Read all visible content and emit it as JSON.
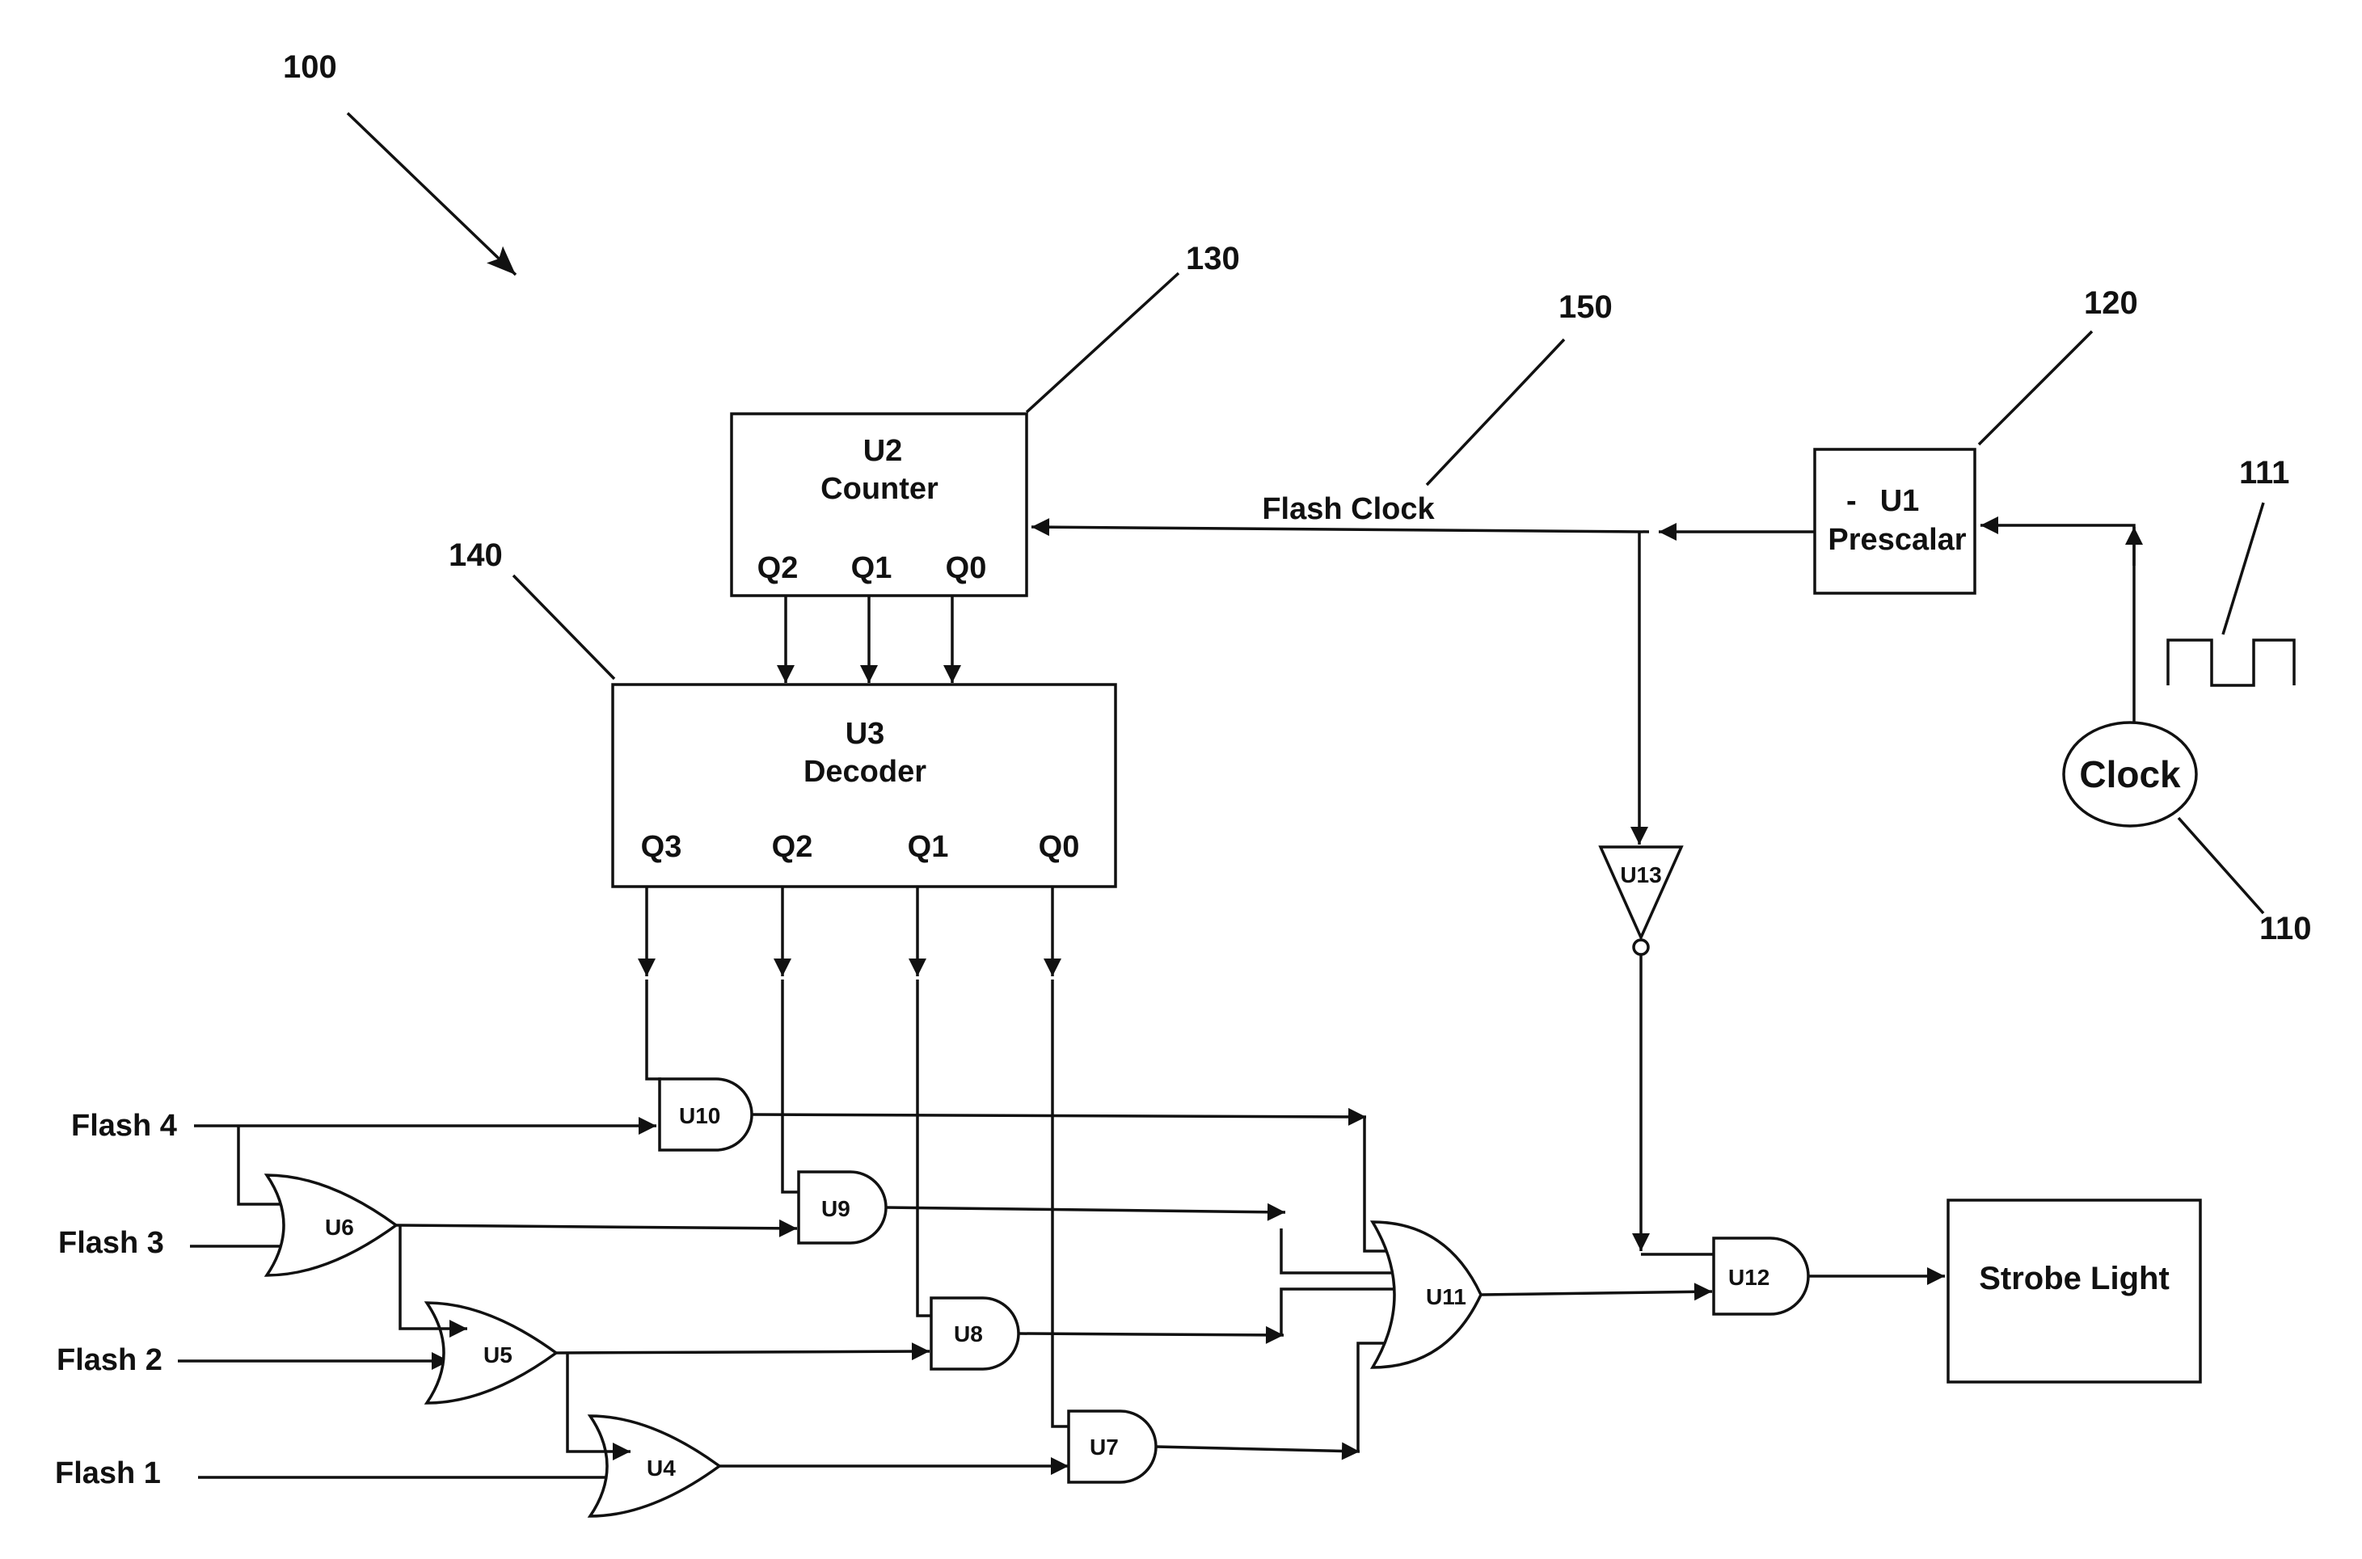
{
  "refs": {
    "system": "100",
    "clock": "110",
    "waveform": "111",
    "prescalar": "120",
    "counter": "130",
    "decoder": "140",
    "flash_clock": "150"
  },
  "counter": {
    "name": "U2",
    "title": "Counter",
    "outputs": [
      "Q2",
      "Q1",
      "Q0"
    ]
  },
  "decoder": {
    "name": "U3",
    "title": "Decoder",
    "outputs": [
      "Q3",
      "Q2",
      "Q1",
      "Q0"
    ]
  },
  "prescalar": {
    "dash": "-",
    "name": "U1",
    "title": "Prescalar"
  },
  "clock": {
    "label": "Clock"
  },
  "flash_clock_label": "Flash Clock",
  "strobe_label": "Strobe Light",
  "inputs": [
    "Flash 4",
    "Flash 3",
    "Flash 2",
    "Flash 1"
  ],
  "gates": {
    "u4": "U4",
    "u5": "U5",
    "u6": "U6",
    "u7": "U7",
    "u8": "U8",
    "u9": "U9",
    "u10": "U10",
    "u11": "U11",
    "u12": "U12",
    "u13": "U13"
  }
}
